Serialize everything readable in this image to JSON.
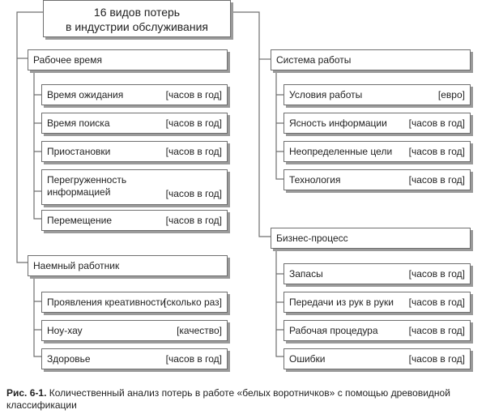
{
  "root": {
    "line1": "16 видов потерь",
    "line2": "в индустрии обслуживания"
  },
  "groups": {
    "work_time": {
      "title": "Рабочее время",
      "items": [
        {
          "label": "Время ожидания",
          "unit": "[часов в год]"
        },
        {
          "label": "Время поиска",
          "unit": "[часов в год]"
        },
        {
          "label": "Приостановки",
          "unit": "[часов в год]"
        },
        {
          "label1": "Перегруженность",
          "label2": "информацией",
          "unit": "[часов в год]"
        },
        {
          "label": "Перемещение",
          "unit": "[часов в год]"
        }
      ]
    },
    "employee": {
      "title": "Наемный работник",
      "items": [
        {
          "label": "Проявления креативности",
          "unit": "[сколько раз]"
        },
        {
          "label": "Ноу-хау",
          "unit": "[качество]"
        },
        {
          "label": "Здоровье",
          "unit": "[часов в год]"
        }
      ]
    },
    "work_system": {
      "title": "Система работы",
      "items": [
        {
          "label": "Условия работы",
          "unit": "[евро]"
        },
        {
          "label": "Ясность информации",
          "unit": "[часов в год]"
        },
        {
          "label": "Неопределенные цели",
          "unit": "[часов в год]"
        },
        {
          "label": "Технология",
          "unit": "[часов в год]"
        }
      ]
    },
    "business_process": {
      "title": "Бизнес-процесс",
      "items": [
        {
          "label": "Запасы",
          "unit": "[часов в год]"
        },
        {
          "label": "Передачи из рук в руки",
          "unit": "[часов в год]"
        },
        {
          "label": "Рабочая процедура",
          "unit": "[часов в год]"
        },
        {
          "label": "Ошибки",
          "unit": "[часов в год]"
        }
      ]
    }
  },
  "caption": {
    "prefix": "Рис. 6-1.",
    "text": " Количественный анализ потерь в работе «белых воротничков» с помощью древовидной классификации"
  }
}
